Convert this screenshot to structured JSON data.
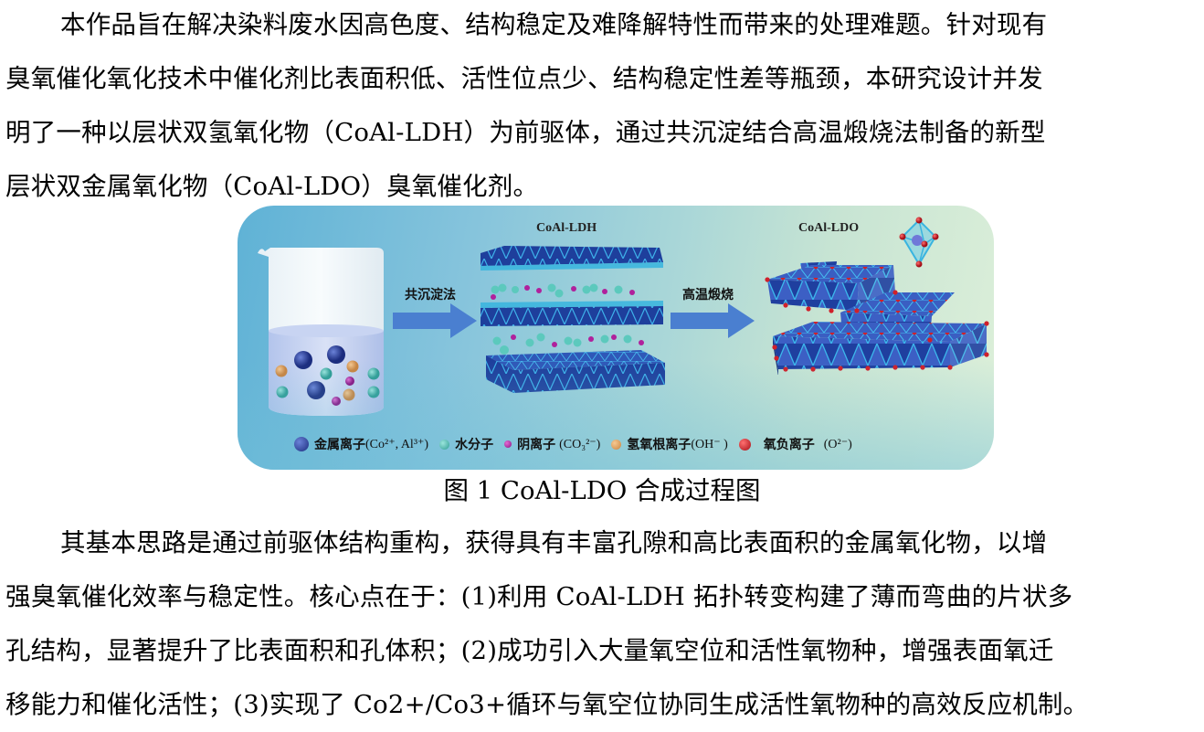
{
  "paragraph1": {
    "lines": [
      "本作品旨在解决染料废水因高色度、结构稳定及难降解特性而带来的处理难题。针对现有",
      "臭氧催化氧化技术中催化剂比表面积低、活性位点少、结构稳定性差等瓶颈，本研究设计并发",
      "明了一种以层状双氢氧化物（CoAl-LDH）为前驱体，通过共沉淀结合高温煅烧法制备的新型",
      "层状双金属氧化物（CoAl-LDO）臭氧催化剂。"
    ]
  },
  "figure": {
    "stage_labels": {
      "ldh": "CoAl-LDH",
      "ldo": "CoAl-LDO"
    },
    "arrows": {
      "step1": "共沉淀法",
      "step2": "高温煅烧"
    },
    "legend": [
      {
        "label": "金属离子",
        "formula": "(Co²⁺, Al³⁺)",
        "color": "#2a3f9a"
      },
      {
        "label": "水分子",
        "formula": "",
        "color": "#4fb8ac"
      },
      {
        "label": "阴离子",
        "formula": "(CO₃²⁻)",
        "color": "#b0219c"
      },
      {
        "label": "氢氧根离子",
        "formula": "(OH⁻ )",
        "color": "#e0a060"
      },
      {
        "label": "氧负离子",
        "formula": "(O²⁻)",
        "color": "#d0202a"
      }
    ],
    "colors": {
      "layer_dark": "#1e3f9c",
      "layer_light": "#2aa8e0",
      "arrow": "#4a7fd0"
    }
  },
  "caption": "图 1 CoAl-LDO 合成过程图",
  "paragraph2": {
    "lines": [
      "其基本思路是通过前驱体结构重构，获得具有丰富孔隙和高比表面积的金属氧化物，以增",
      "强臭氧催化效率与稳定性。核心点在于：(1)利用 CoAl-LDH 拓扑转变构建了薄而弯曲的片状多",
      "孔结构，显著提升了比表面积和孔体积；(2)成功引入大量氧空位和活性氧物种，增强表面氧迁",
      "移能力和催化活性；(3)实现了 Co2+/Co3+循环与氧空位协同生成活性氧物种的高效反应机制。"
    ]
  }
}
